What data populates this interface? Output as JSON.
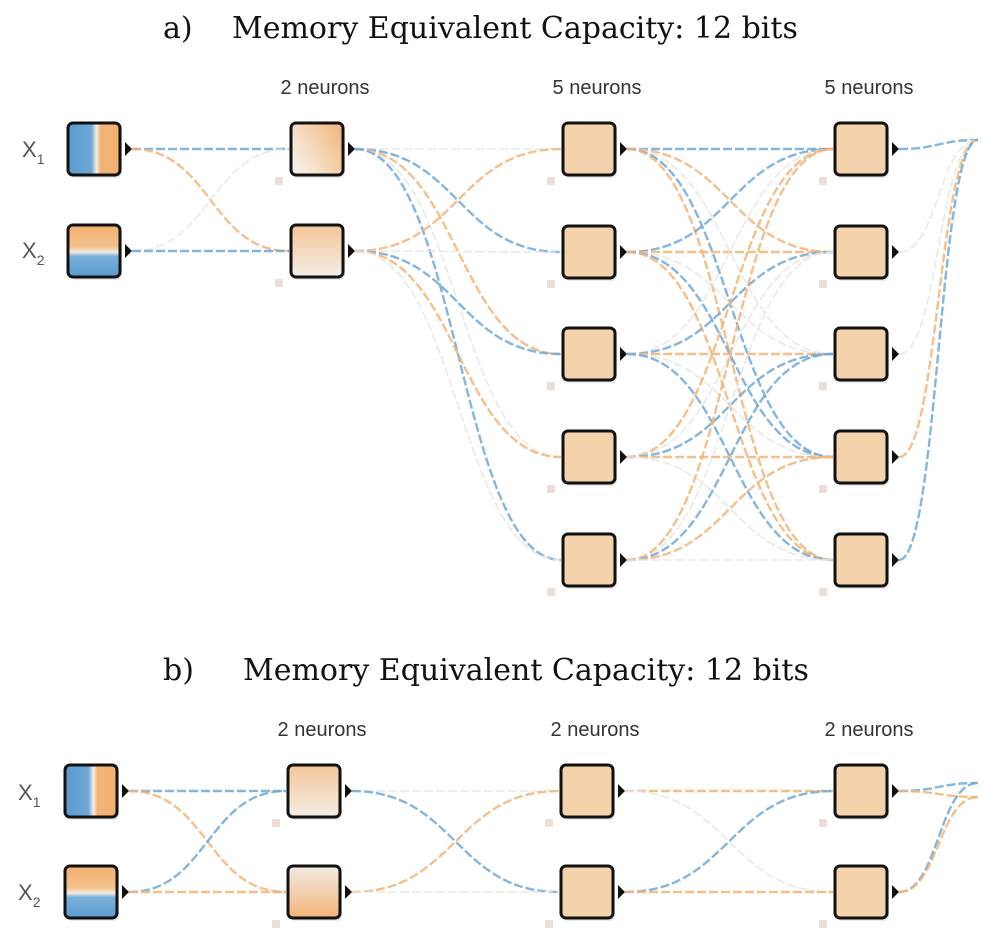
{
  "colors": {
    "blue": "#6fa8d6",
    "orange": "#f2b477",
    "neutral": "#e4e4e4",
    "node_fill": "#f4d2ab",
    "node_border": "#111111"
  },
  "panels": [
    {
      "id": "a",
      "caption_letter": "a)",
      "caption_text": "Memory Equivalent Capacity: 12 bits",
      "inputs": [
        {
          "name": "X",
          "sub": "1",
          "pattern": "vertical"
        },
        {
          "name": "X",
          "sub": "2",
          "pattern": "horizontal"
        }
      ],
      "layers": [
        {
          "label": "2 neurons",
          "count": 2
        },
        {
          "label": "5 neurons",
          "count": 5
        },
        {
          "label": "5 neurons",
          "count": 5
        }
      ]
    },
    {
      "id": "b",
      "caption_letter": "b)",
      "caption_text": "Memory Equivalent Capacity: 12 bits",
      "inputs": [
        {
          "name": "X",
          "sub": "1",
          "pattern": "vertical"
        },
        {
          "name": "X",
          "sub": "2",
          "pattern": "horizontal"
        }
      ],
      "layers": [
        {
          "label": "2 neurons",
          "count": 2
        },
        {
          "label": "2 neurons",
          "count": 2
        },
        {
          "label": "2 neurons",
          "count": 2
        }
      ]
    }
  ]
}
